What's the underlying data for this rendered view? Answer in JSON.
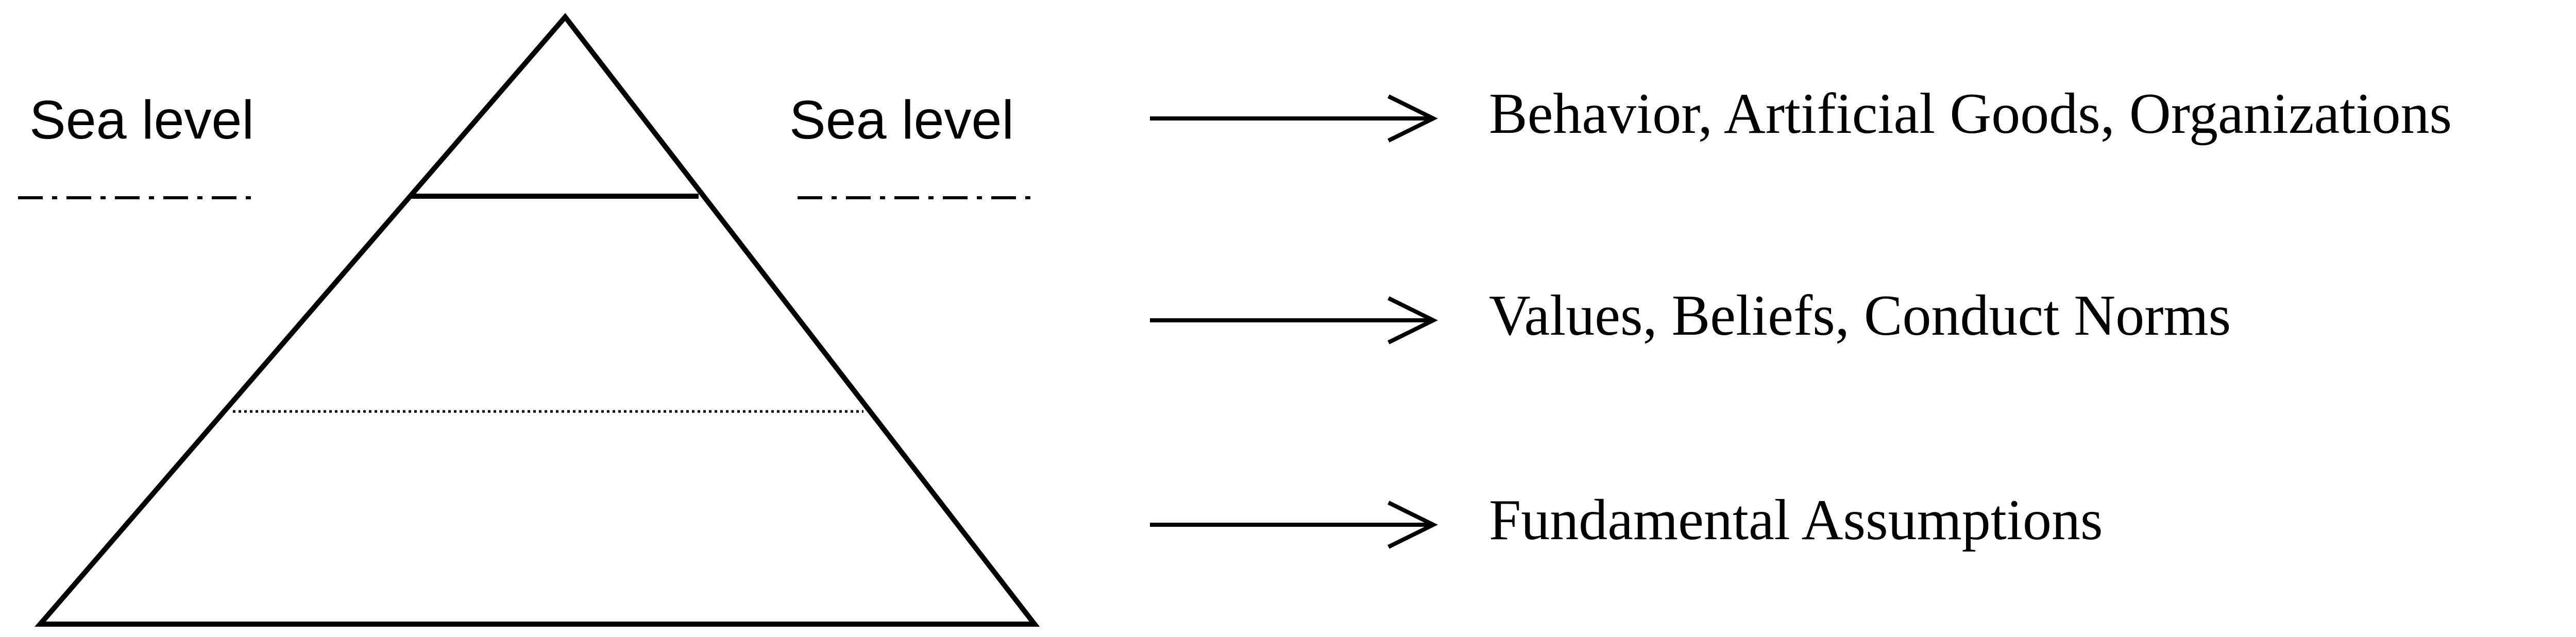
{
  "diagram": {
    "sea_level_left": "Sea level",
    "sea_level_right": "Sea level",
    "layers": [
      {
        "label": "Behavior, Artificial Goods, Organizations"
      },
      {
        "label": "Values, Beliefs, Conduct Norms"
      },
      {
        "label": "Fundamental Assumptions"
      }
    ]
  }
}
